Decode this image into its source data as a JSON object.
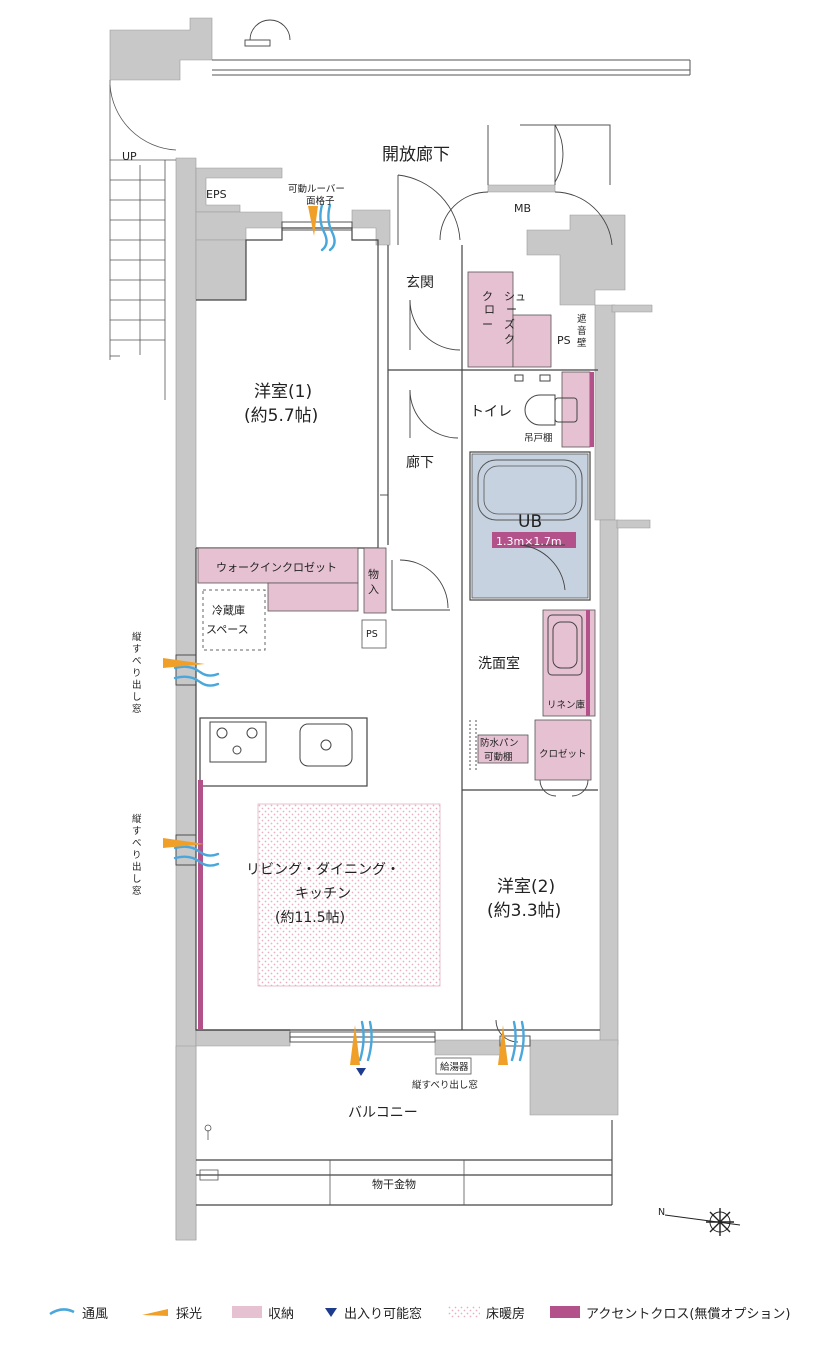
{
  "colors": {
    "wall": "#c8c8c8",
    "wall_dark": "#bdbdbd",
    "storage": "#e6c1d2",
    "ub": "#c7d2e0",
    "accent": "#b3518a",
    "wind": "#4aa7dc",
    "light": "#f0a028",
    "line": "#333333",
    "floor_heat": "#e7b2c3"
  },
  "labels": {
    "corridor_open": "開放廊下",
    "mb": "MB",
    "eps": "EPS",
    "louver": "可動ルーバー",
    "lattice": "面格子",
    "up": "UP",
    "genkan": "玄関",
    "shoe_closet": [
      "シュ",
      "ー",
      "ズ",
      "ク",
      "ロ",
      "ー",
      "ク"
    ],
    "ps": "PS",
    "soundproof": [
      "遮",
      "音",
      "壁"
    ],
    "room1_name": "洋室(1)",
    "room1_size": "(約5.7帖)",
    "toilet": "トイレ",
    "hanging_shelf": "吊戸棚",
    "hallway": "廊下",
    "ub": "UB",
    "ub_size": "1.3m×1.7m",
    "walkin": "ウォークインクロゼット",
    "mono": [
      "物",
      "入"
    ],
    "fridge_1": "冷蔵庫",
    "fridge_2": "スペース",
    "ps2": "PS",
    "washroom": "洗面室",
    "linen": "リネン庫",
    "side_window": [
      "縦",
      "す",
      "べ",
      "り",
      "出",
      "し",
      "窓"
    ],
    "waterproof_1": "防水パン",
    "waterproof_2": "可動棚",
    "closet": "クロゼット",
    "ldk_1": "リビング・ダイニング・",
    "ldk_2": "キッチン",
    "ldk_3": "(約11.5帖)",
    "room2_name": "洋室(2)",
    "room2_size": "(約3.3帖)",
    "water_heater": "給湯器",
    "side_window_h": "縦すべり出し窓",
    "balcony": "バルコニー",
    "laundry": "物干金物",
    "north": "N"
  },
  "legend": [
    {
      "key": "wind",
      "label": "通風"
    },
    {
      "key": "light",
      "label": "採光"
    },
    {
      "key": "storage",
      "label": "収納"
    },
    {
      "key": "door",
      "label": "出入り可能窓"
    },
    {
      "key": "heat",
      "label": "床暖房"
    },
    {
      "key": "accent",
      "label": "アクセントクロス(無償オプション)"
    }
  ]
}
